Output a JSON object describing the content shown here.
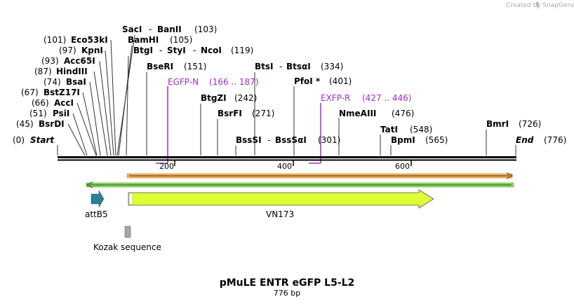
{
  "watermark": "Created by SnapGene",
  "title": "pMuLE ENTR eGFP L5-L2",
  "length_label": "776 bp",
  "ruler": [
    "200",
    "400",
    "600"
  ],
  "ends": {
    "start_name": "Start",
    "start_pos": "(0)",
    "end_name": "End",
    "end_pos": "(776)"
  },
  "sites_left": [
    {
      "pos": "(101)",
      "name": "Eco53kI"
    },
    {
      "pos": "(97)",
      "name": "KpnI"
    },
    {
      "pos": "(93)",
      "name": "Acc65I"
    },
    {
      "pos": "(87)",
      "name": "HindIII"
    },
    {
      "pos": "(74)",
      "name": "BsaI"
    },
    {
      "pos": "(67)",
      "name": "BstZ17I"
    },
    {
      "pos": "(66)",
      "name": "AccI"
    },
    {
      "pos": "(51)",
      "name": "PsiI"
    },
    {
      "pos": "(45)",
      "name": "BsrDI"
    }
  ],
  "sites_right": [
    {
      "name": "SacI",
      "name2": "BanII",
      "pos": "(103)"
    },
    {
      "name": "BamHI",
      "pos": "(105)"
    },
    {
      "name": "BtgI",
      "name2": "StyI",
      "name3": "NcoI",
      "pos": "(119)"
    },
    {
      "name": "BseRI",
      "pos": "(151)"
    },
    {
      "name": "BtsI",
      "name2": "BtsαI",
      "pos": "(334)"
    },
    {
      "name": "PfoI *",
      "pos": "(401)"
    },
    {
      "name": "BtgZI",
      "pos": "(242)"
    },
    {
      "name": "BsrFI",
      "pos": "(271)"
    },
    {
      "name": "BssSI",
      "name2": "BssSαI",
      "pos": "(301)"
    },
    {
      "name": "NmeAIII",
      "pos": "(476)"
    },
    {
      "name": "TatI",
      "pos": "(548)"
    },
    {
      "name": "BpmI",
      "pos": "(565)"
    },
    {
      "name": "BmrI",
      "pos": "(726)"
    }
  ],
  "primers": [
    {
      "name": "EGFP-N",
      "range": "(166 .. 187)"
    },
    {
      "name": "EXFP-R",
      "range": "(427 .. 446)"
    }
  ],
  "features": {
    "attb5": "attB5",
    "vn173": "VN173",
    "kozak": "Kozak sequence"
  },
  "colors": {
    "primer": "#9b30c8",
    "vn173_fill": "#ddff33",
    "attb5_fill": "#2e7e96",
    "orange_bar": "#f0b060",
    "green_bar": "#90d860",
    "kozak": "#a6a6b0"
  }
}
